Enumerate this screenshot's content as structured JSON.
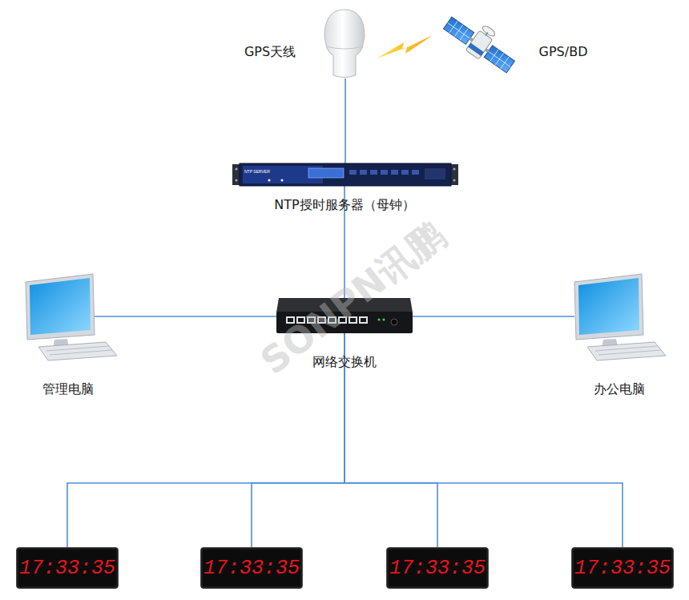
{
  "diagram": {
    "nodes": [
      {
        "text": [
          "GPS天线"
        ]
      },
      {
        "text": [
          "GPS/BD"
        ]
      },
      {
        "text": [
          "NTP授时服务器（母钟）"
        ]
      },
      {
        "text": [
          "管理电脑"
        ]
      },
      {
        "text": [
          "网络交换机"
        ]
      },
      {
        "text": [
          "办公电脑"
        ]
      },
      {
        "text": [
          "17:33:35"
        ]
      },
      {
        "text": [
          "17:33:35"
        ]
      },
      {
        "text": [
          "17:33:35"
        ]
      },
      {
        "text": [
          "17:33:35"
        ]
      }
    ],
    "edges": [
      {
        "from": 0,
        "to": 2,
        "arrow": "none"
      },
      {
        "from": 2,
        "to": 4,
        "arrow": "none"
      },
      {
        "from": 3,
        "to": 4,
        "arrow": "none"
      },
      {
        "from": 4,
        "to": 5,
        "arrow": "none"
      },
      {
        "from": 4,
        "to": 6,
        "arrow": "none"
      },
      {
        "from": 4,
        "to": 7,
        "arrow": "none"
      },
      {
        "from": 4,
        "to": 8,
        "arrow": "none"
      },
      {
        "from": 4,
        "to": 9,
        "arrow": "none"
      }
    ],
    "labels": [
      "NTP SERVER",
      "SONPN讯鹏"
    ]
  }
}
